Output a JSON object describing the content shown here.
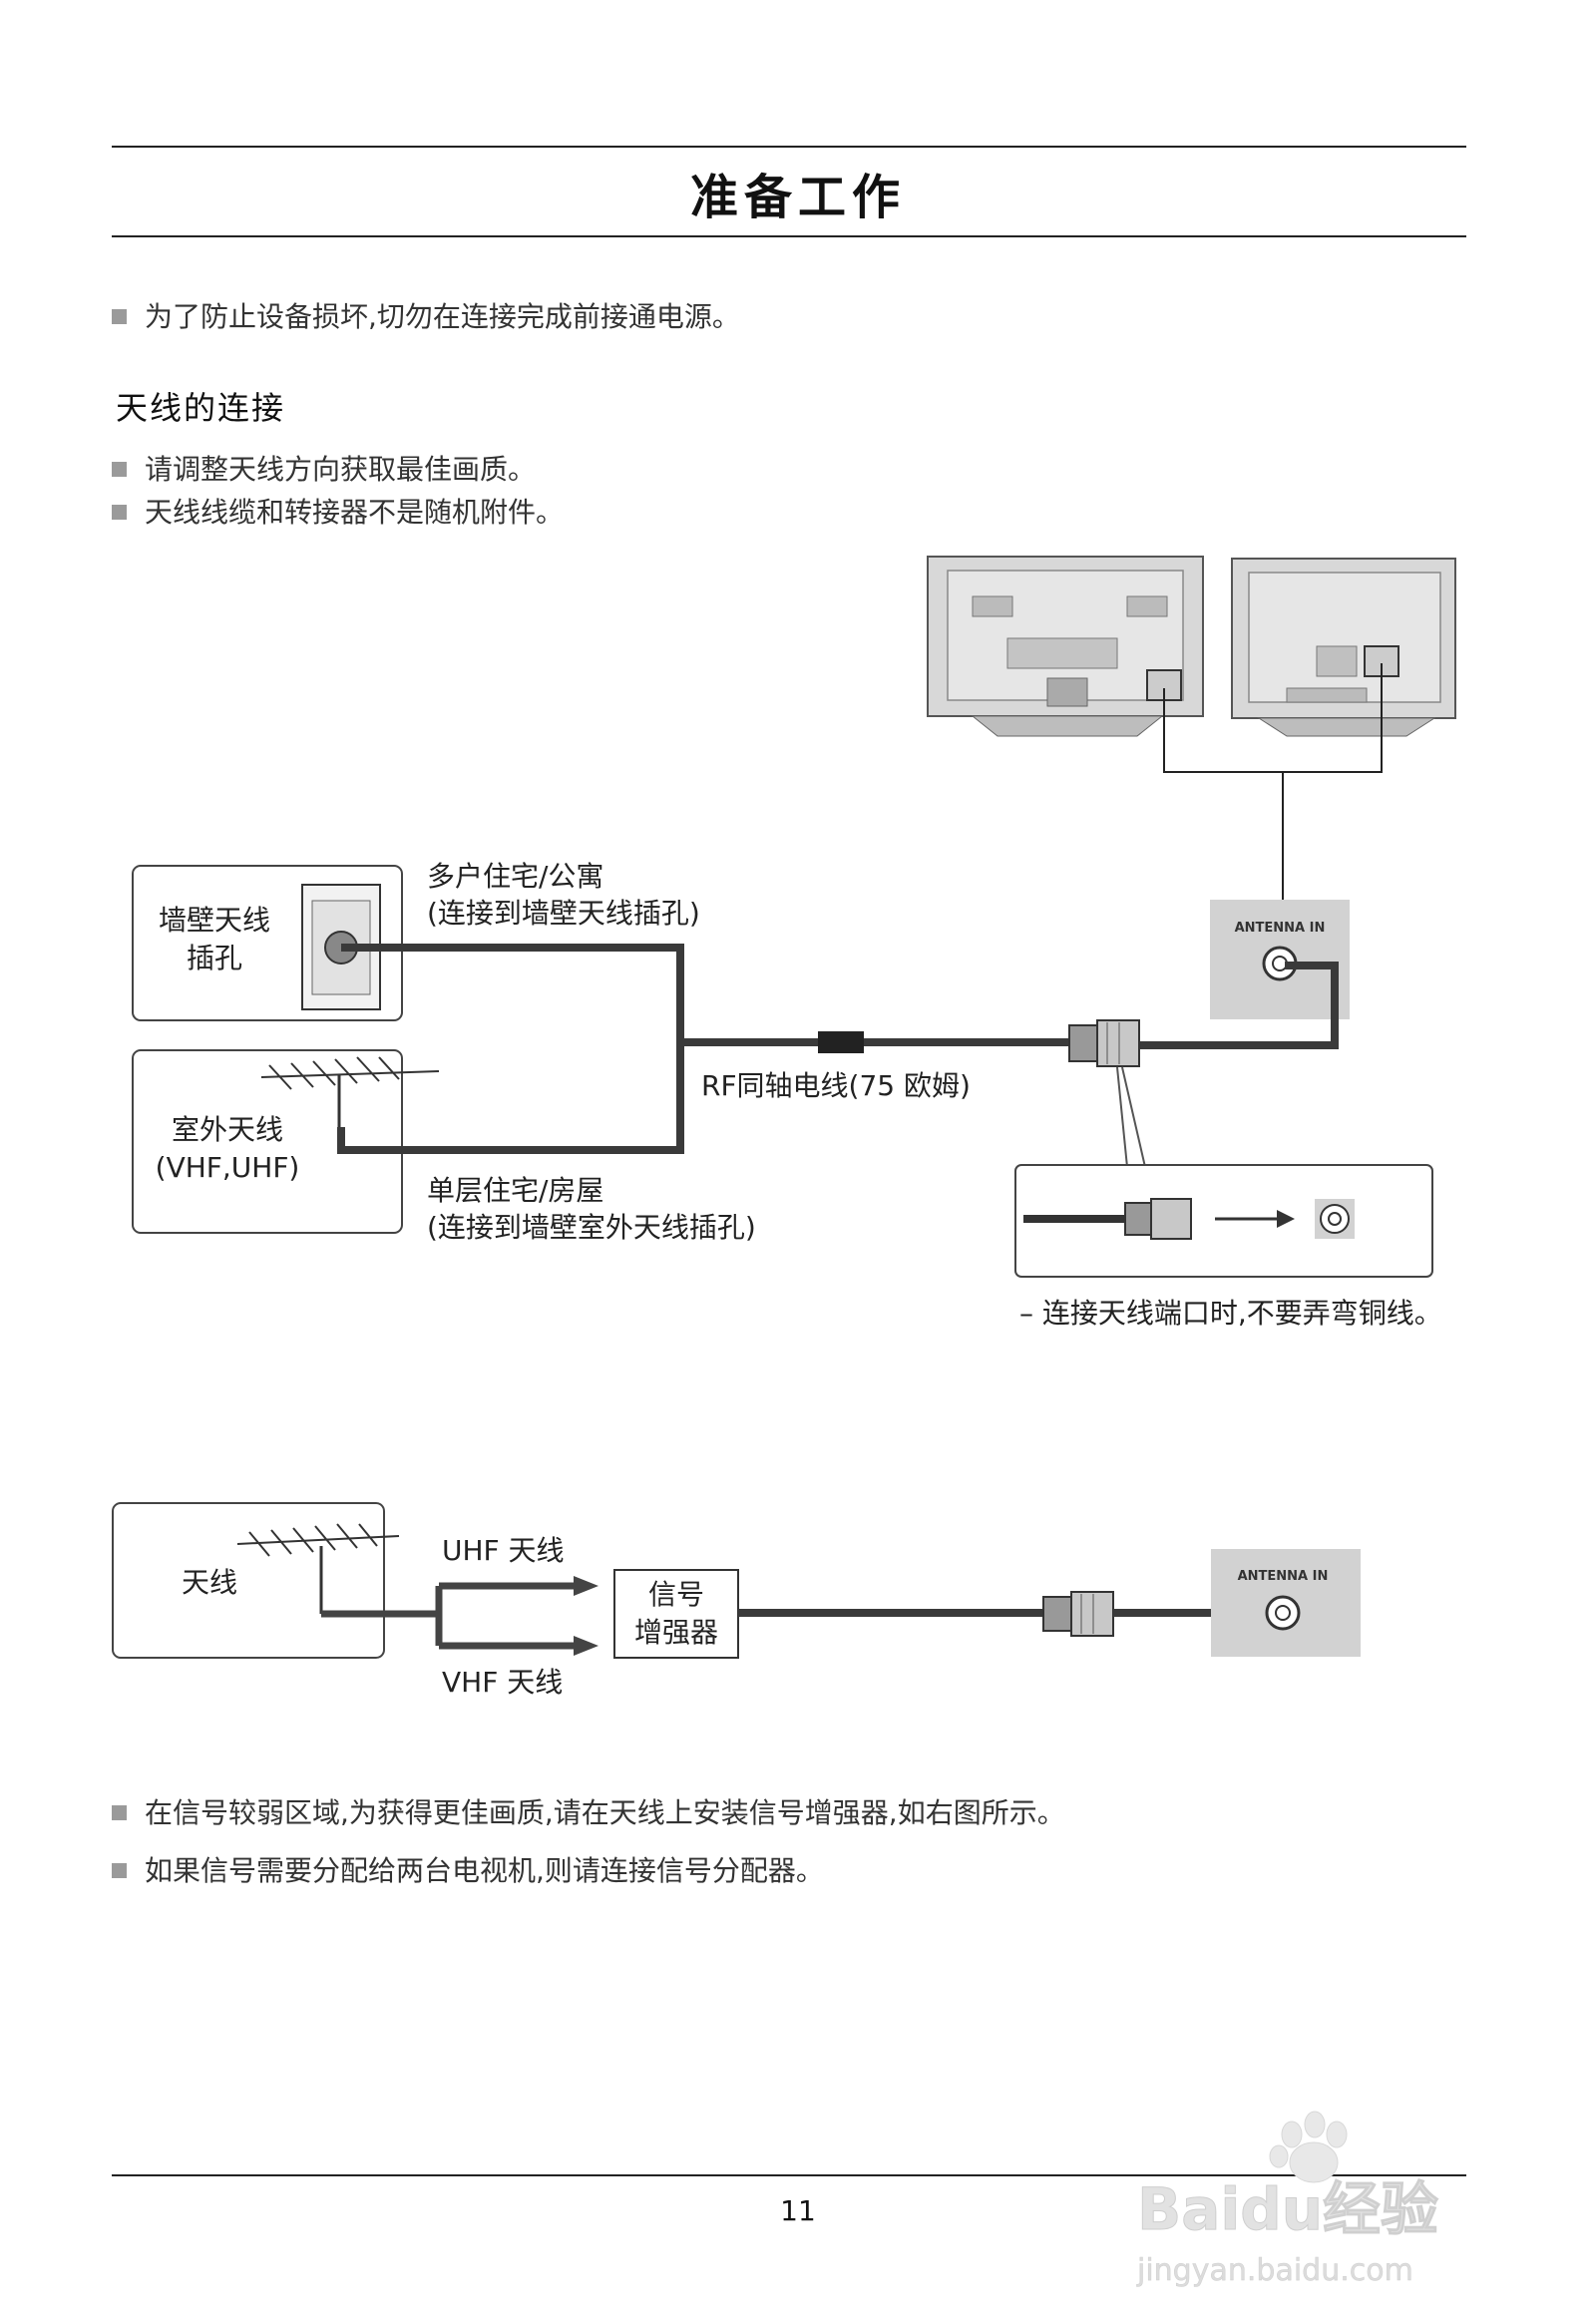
{
  "title": "准备工作",
  "intro_bullet": "为了防止设备损坏,切勿在连接完成前接通电源。",
  "section_heading": "天线的连接",
  "antenna_bullets": [
    "请调整天线方向获取最佳画质。",
    "天线线缆和转接器不是随机附件。"
  ],
  "diagram1": {
    "wall_box_label": [
      "墙壁天线",
      "插孔"
    ],
    "apartment_label": [
      "多户住宅/公寓",
      "(连接到墙壁天线插孔)"
    ],
    "outdoor_box_label": [
      "室外天线",
      "(VHF,UHF)"
    ],
    "house_label": [
      "单层住宅/房屋",
      "(连接到墙壁室外天线插孔)"
    ],
    "cable_label": "RF同轴电线(75 欧姆)",
    "antenna_in_label": "ANTENNA IN",
    "note": "– 连接天线端口时,不要弄弯铜线。"
  },
  "diagram2": {
    "antenna_box_label": "天线",
    "uhf_label": "UHF 天线",
    "vhf_label": "VHF 天线",
    "booster_label": [
      "信号",
      "增强器"
    ],
    "antenna_in_label": "ANTENNA IN"
  },
  "bottom_bullets": [
    "在信号较弱区域,为获得更佳画质,请在天线上安装信号增强器,如右图所示。",
    "如果信号需要分配给两台电视机,则请连接信号分配器。"
  ],
  "page_number": "11",
  "watermark": {
    "brand": "Baidu经验",
    "url": "jingyan.baidu.com"
  }
}
